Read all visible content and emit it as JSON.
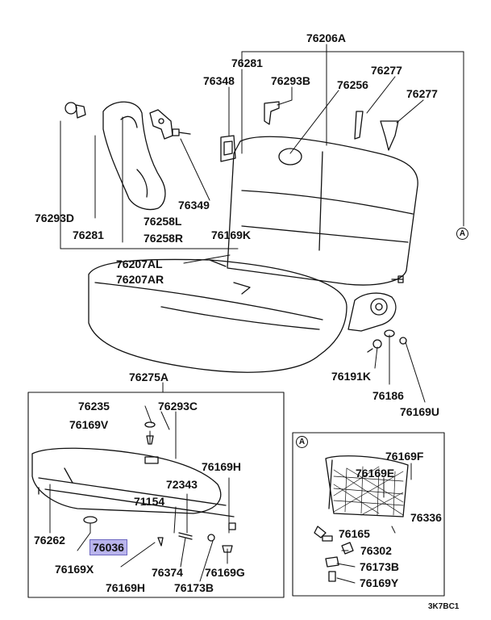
{
  "labels": {
    "p76206A": "76206A",
    "p76281a": "76281",
    "p76293B": "76293B",
    "p76348": "76348",
    "p76256": "76256",
    "p76277a": "76277",
    "p76277b": "76277",
    "p76293D": "76293D",
    "p76281b": "76281",
    "p76349": "76349",
    "p76258L": "76258L",
    "p76258R": "76258R",
    "p76169K": "76169K",
    "p76207AL": "76207AL",
    "p76207AR": "76207AR",
    "p76191K": "76191K",
    "p76186": "76186",
    "p76169U": "76169U",
    "p76275A": "76275A",
    "p76235": "76235",
    "p76293C": "76293C",
    "p76169V": "76169V",
    "p76169H_a": "76169H",
    "p72343": "72343",
    "p71154": "71154",
    "p76262": "76262",
    "p76036": "76036",
    "p76169X": "76169X",
    "p76374": "76374",
    "p76169G": "76169G",
    "p76169H_b": "76169H",
    "p76173B_a": "76173B",
    "p76169F": "76169F",
    "p76169E": "76169E",
    "p76336": "76336",
    "p76165": "76165",
    "p76302": "76302",
    "p76173B_b": "76173B",
    "p76169Y": "76169Y"
  },
  "markers": {
    "ref_a": "A",
    "ref_a_inset": "A"
  },
  "code": "3K7BC1",
  "highlight_color": "#b9b4ec"
}
